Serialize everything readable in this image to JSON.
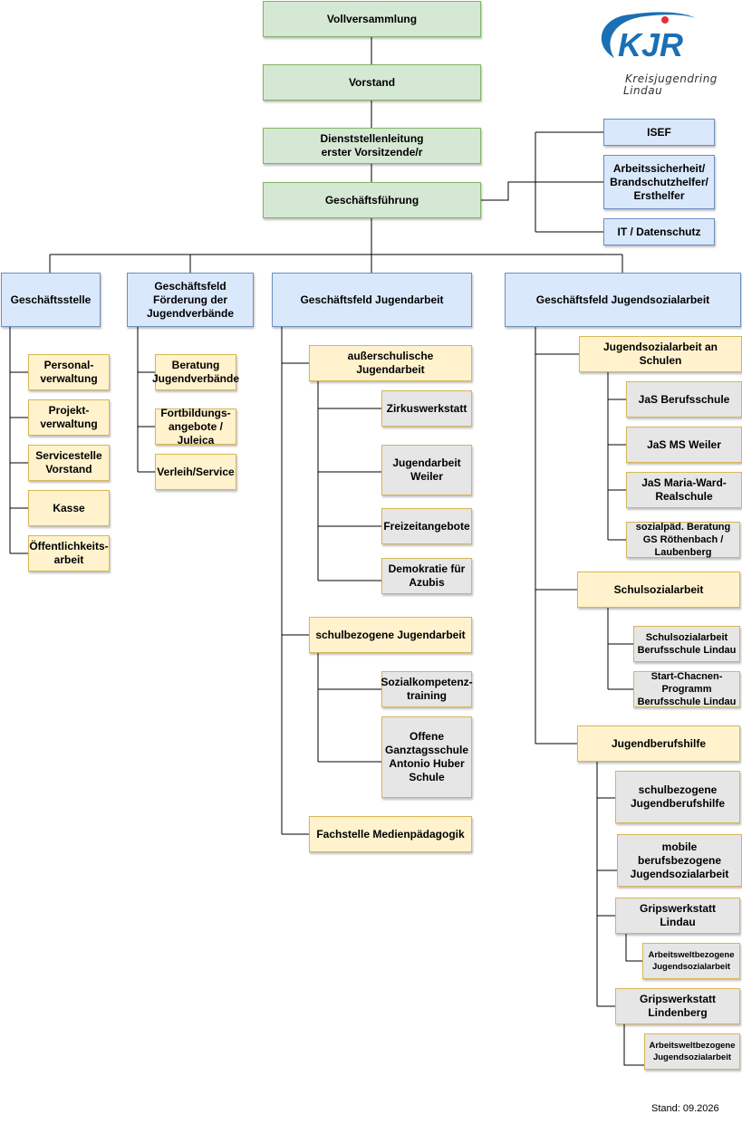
{
  "logo": {
    "mark": "KJR",
    "line1": "Kreisjugendring",
    "line2": "Lindau",
    "colors": {
      "blue": "#1a6fb5",
      "red": "#e2313b"
    }
  },
  "top": {
    "vollversammlung": "Vollversammlung",
    "vorstand": "Vorstand",
    "dienststellenleitung": "Dienststellenleitung\nerster Vorsitzende/r",
    "geschaeftsfuehrung": "Geschäftsführung"
  },
  "staff": {
    "isef": "ISEF",
    "arbeitssicherheit": "Arbeitssicherheit/\nBrandschutzhelfer/\nErsthelfer",
    "it": "IT / Datenschutz"
  },
  "geschaeftsstelle": {
    "title": "Geschäftsstelle",
    "items": [
      "Personal-\nverwaltung",
      "Projekt-\nverwaltung",
      "Servicestelle\nVorstand",
      "Kasse",
      "Öffentlichkeits-\narbeit"
    ]
  },
  "foerderung": {
    "title": "Geschäftsfeld\nFörderung der\nJugendverbände",
    "items": [
      "Beratung\nJugendverbände",
      "Fortbildungs-\nangebote /\nJuleica",
      "Verleih/Service"
    ]
  },
  "jugendarbeit": {
    "title": "Geschäftsfeld Jugendarbeit",
    "ausserschulisch": "außerschulische Jugendarbeit",
    "ausserschulisch_items": [
      "Zirkuswerkstatt",
      "Jugendarbeit\nWeiler",
      "Freizeitangebote",
      "Demokratie für\nAzubis"
    ],
    "schulbezogen": "schulbezogene Jugendarbeit",
    "schulbezogen_items": [
      "Sozialkompetenz-\ntraining",
      "Offene\nGanztagsschule\nAntonio Huber\nSchule"
    ],
    "medien": "Fachstelle Medienpädagogik"
  },
  "jugendsozialarbeit": {
    "title": "Geschäftsfeld Jugendsozialarbeit",
    "jas": "Jugendsozialarbeit an\nSchulen",
    "jas_items": [
      "JaS Berufsschule",
      "JaS MS Weiler",
      "JaS Maria-Ward-\nRealschule",
      "sozialpäd. Beratung\nGS Röthenbach /\nLaubenberg"
    ],
    "schulsozialarbeit": "Schulsozialarbeit",
    "schulsozialarbeit_items": [
      "Schulsozialarbeit\nBerufsschule Lindau",
      "Start-Chacnen-\nProgramm\nBerufsschule Lindau"
    ],
    "jugendberufshilfe": "Jugendberufshilfe",
    "jbh_items": [
      "schulbezogene\nJugendberufshilfe",
      "mobile berufsbezogene\nJugendsozialarbeit",
      "Gripswerkstatt\nLindau",
      "Arbeitsweltbezogene\nJugendsozialarbeit",
      "Gripswerkstatt\nLindenberg",
      "Arbeitsweltbezogene\nJugendsozialarbeit"
    ]
  },
  "footer": {
    "stand": "Stand: 09.2026"
  }
}
